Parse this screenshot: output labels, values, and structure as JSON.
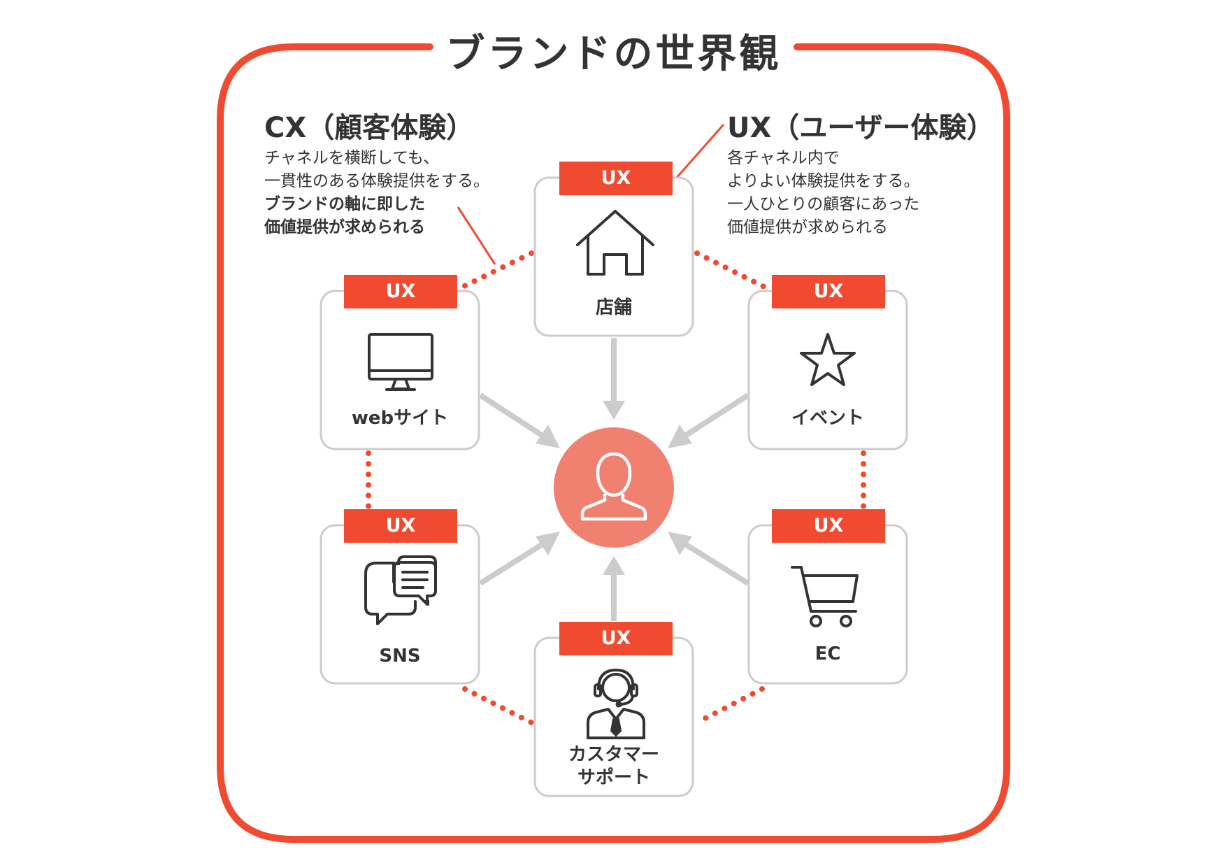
{
  "title": "ブランドの世界観",
  "cx": {
    "title": "CX（顧客体験）",
    "lines": [
      "チャネルを横断しても、",
      "一貫性のある体験提供をする。"
    ],
    "bold_lines": [
      "ブランドの軸に即した",
      "価値提供が求められる"
    ]
  },
  "ux": {
    "title": "UX（ユーザー体験）",
    "lines": [
      "各チャネル内で",
      "よりよい体験提供をする。",
      "一人ひとりの顧客にあった",
      "価値提供が求められる"
    ]
  },
  "ux_badge": "UX",
  "colors": {
    "accent": "#F04B30",
    "center": "#F08070",
    "card_border": "#CCCCCC",
    "arrow": "#CCCCCC",
    "text": "#333333"
  },
  "channels": [
    {
      "id": "store",
      "label": "店舗",
      "icon": "house-icon"
    },
    {
      "id": "web",
      "label": "webサイト",
      "icon": "monitor-icon"
    },
    {
      "id": "event",
      "label": "イベント",
      "icon": "star-icon"
    },
    {
      "id": "sns",
      "label": "SNS",
      "icon": "chat-bubbles-icon"
    },
    {
      "id": "ec",
      "label": "EC",
      "icon": "cart-icon"
    },
    {
      "id": "support",
      "label": "カスタマー\nサポート",
      "label_lines": [
        "カスタマー",
        "サポート"
      ],
      "icon": "headset-operator-icon"
    }
  ],
  "center": {
    "icon": "user-icon"
  }
}
